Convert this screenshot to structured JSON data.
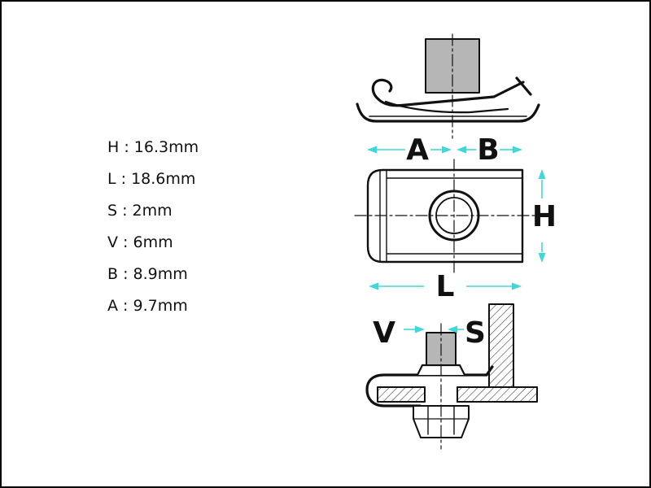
{
  "spec_list": {
    "items": [
      {
        "label": "H",
        "value": "16.3mm",
        "display": "H : 16.3mm"
      },
      {
        "label": "L",
        "value": "18.6mm",
        "display": "L : 18.6mm"
      },
      {
        "label": "S",
        "value": "2mm",
        "display": "S : 2mm"
      },
      {
        "label": "V",
        "value": "6mm",
        "display": "V : 6mm"
      },
      {
        "label": "B",
        "value": "8.9mm",
        "display": "B : 8.9mm"
      },
      {
        "label": "A",
        "value": "9.7mm",
        "display": "A : 9.7mm"
      }
    ]
  },
  "diagram": {
    "labels": {
      "a": "A",
      "b": "B",
      "h": "H",
      "l": "L",
      "v": "V",
      "s": "S"
    },
    "colors": {
      "dimension_arrow": "#3fd8d8",
      "metal_fill": "#b6b6b6",
      "line": "#111111",
      "background": "#ffffff",
      "border": "#000000"
    }
  }
}
